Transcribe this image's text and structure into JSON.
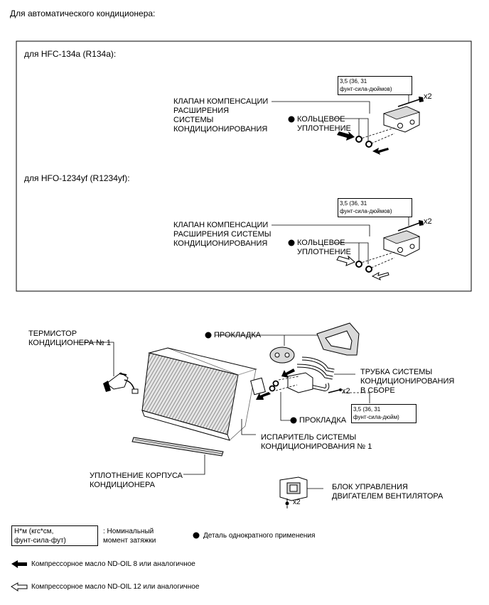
{
  "header": "Для автоматического кондиционера:",
  "section_r134a": {
    "title": "для HFC-134a (R134a):",
    "torque_line1": "3,5 (36, 31",
    "torque_line2": "фунт-сила-дюймов)",
    "qty": "x2",
    "valve_label": [
      "КЛАПАН КОМПЕНСАЦИИ",
      "РАСШИРЕНИЯ",
      "СИСТЕМЫ",
      "КОНДИЦИОНИРОВАНИЯ"
    ],
    "oring_label": [
      "КОЛЬЦЕВОЕ",
      "УПЛОТНЕНИЕ"
    ]
  },
  "section_r1234yf": {
    "title": "для HFO-1234yf (R1234yf):",
    "torque_line1": "3,5 (36, 31",
    "torque_line2": "фунт-сила-дюймов)",
    "qty": "x2",
    "valve_label": [
      "КЛАПАН КОМПЕНСАЦИИ",
      "РАСШИРЕНИЯ СИСТЕМЫ",
      "КОНДИЦИОНИРОВАНИЯ"
    ],
    "oring_label": [
      "КОЛЬЦЕВОЕ",
      "УПЛОТНЕНИЕ"
    ]
  },
  "main": {
    "thermistor": [
      "ТЕРМИСТОР",
      "КОНДИЦИОНЕРА № 1"
    ],
    "gasket_top": "ПРОКЛАДКА",
    "tube": [
      "ТРУБКА СИСТЕМЫ",
      "КОНДИЦИОНИРОВАНИЯ",
      "В СБОРЕ"
    ],
    "qty": "x2",
    "torque_line1": "3,5 (36, 31",
    "torque_line2": "фунт-сила-дюйм)",
    "gasket_bottom": "ПРОКЛАДКА",
    "evaporator": [
      "ИСПАРИТЕЛЬ СИСТЕМЫ",
      "КОНДИЦИОНИРОВАНИЯ № 1"
    ],
    "housing_seal": [
      "УПЛОТНЕНИЕ КОРПУСА",
      "КОНДИЦИОНЕРА"
    ],
    "blower": [
      "БЛОК УПРАВЛЕНИЯ",
      "ДВИГАТЕЛЕМ ВЕНТИЛЯТОРА"
    ],
    "blower_qty": "x2"
  },
  "legend": {
    "unit_line1": "Н*м (кгс*см,",
    "unit_line2": "фунт-сила-фут)",
    "nominal_line1": ": Номинальный",
    "nominal_line2": "момент затяжки",
    "non_reusable": "Деталь однократного применения",
    "oil8": "Компрессорное масло ND-OIL 8 или аналогичное",
    "oil12": "Компрессорное масло ND-OIL 12 или аналогичное"
  },
  "colors": {
    "ink": "#000000",
    "hatch": "#777777",
    "fill_light": "#d9d9d9"
  }
}
